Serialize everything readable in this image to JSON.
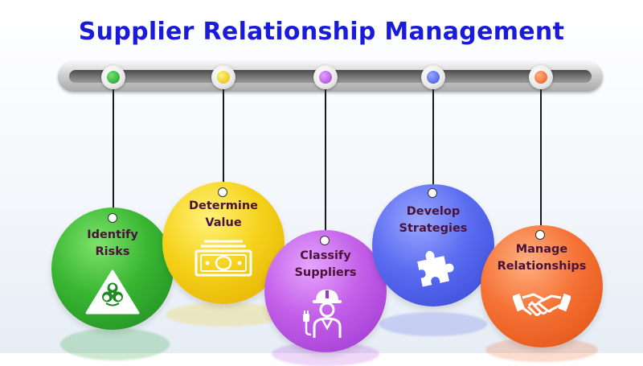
{
  "title": "Supplier Relationship Management",
  "colors": {
    "title": "#1a1adb",
    "label": "#4a1238",
    "green": "#22a032",
    "yellow": "#f2c80e",
    "purple": "#b84ce0",
    "blue": "#4d5fe8",
    "orange": "#f2621e"
  },
  "steps": [
    {
      "label": "Identify\nRisks",
      "icon": "biohazard-warning-icon",
      "color": "#22a032"
    },
    {
      "label": "Determine\nValue",
      "icon": "banknote-icon",
      "color": "#f2c80e"
    },
    {
      "label": "Classify\nSuppliers",
      "icon": "engineer-worker-icon",
      "color": "#b84ce0"
    },
    {
      "label": "Develop\nStrategies",
      "icon": "puzzle-piece-icon",
      "color": "#4d5fe8"
    },
    {
      "label": "Manage\nRelationships",
      "icon": "handshake-icon",
      "color": "#f2621e"
    }
  ]
}
